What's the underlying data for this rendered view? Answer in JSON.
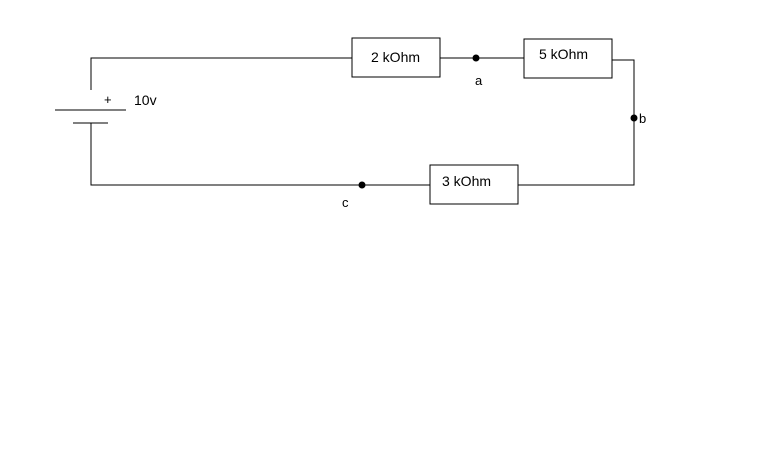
{
  "circuit": {
    "source": {
      "voltage_label": "10v",
      "polarity_label": "+"
    },
    "resistors": [
      {
        "label": "2 kOhm"
      },
      {
        "label": "5 kOhm"
      },
      {
        "label": "3 kOhm"
      }
    ],
    "nodes": {
      "a": "a",
      "b": "b",
      "c": "c"
    },
    "colors": {
      "line": "#000000",
      "background": "#ffffff"
    }
  }
}
